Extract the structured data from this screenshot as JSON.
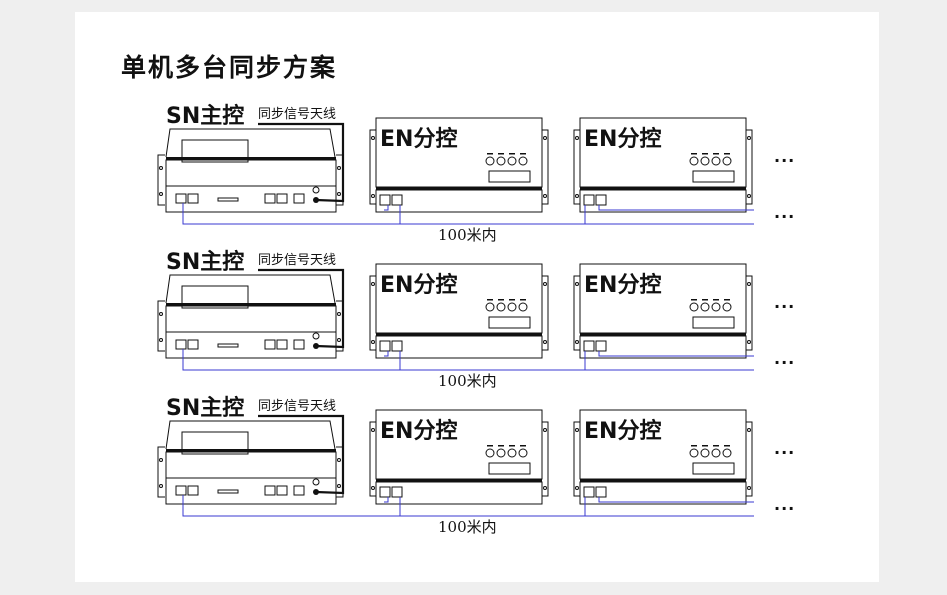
{
  "title": "单机多台同步方案",
  "rows": [
    {
      "master_label": "SN主控",
      "antenna_label": "同步信号天线",
      "slaves": [
        {
          "label": "EN分控"
        },
        {
          "label": "EN分控"
        }
      ],
      "distance_label": "100米内",
      "continue_top": "···",
      "continue_bottom": "···"
    },
    {
      "master_label": "SN主控",
      "antenna_label": "同步信号天线",
      "slaves": [
        {
          "label": "EN分控"
        },
        {
          "label": "EN分控"
        }
      ],
      "distance_label": "100米内",
      "continue_top": "···",
      "continue_bottom": "···"
    },
    {
      "master_label": "SN主控",
      "antenna_label": "同步信号天线",
      "slaves": [
        {
          "label": "EN分控"
        },
        {
          "label": "EN分控"
        }
      ],
      "distance_label": "100米内",
      "continue_top": "···",
      "continue_bottom": "···"
    }
  ],
  "colors": {
    "cable": "#3a3ad0",
    "line": "#111111",
    "background": "#efefef",
    "panel": "#ffffff"
  }
}
